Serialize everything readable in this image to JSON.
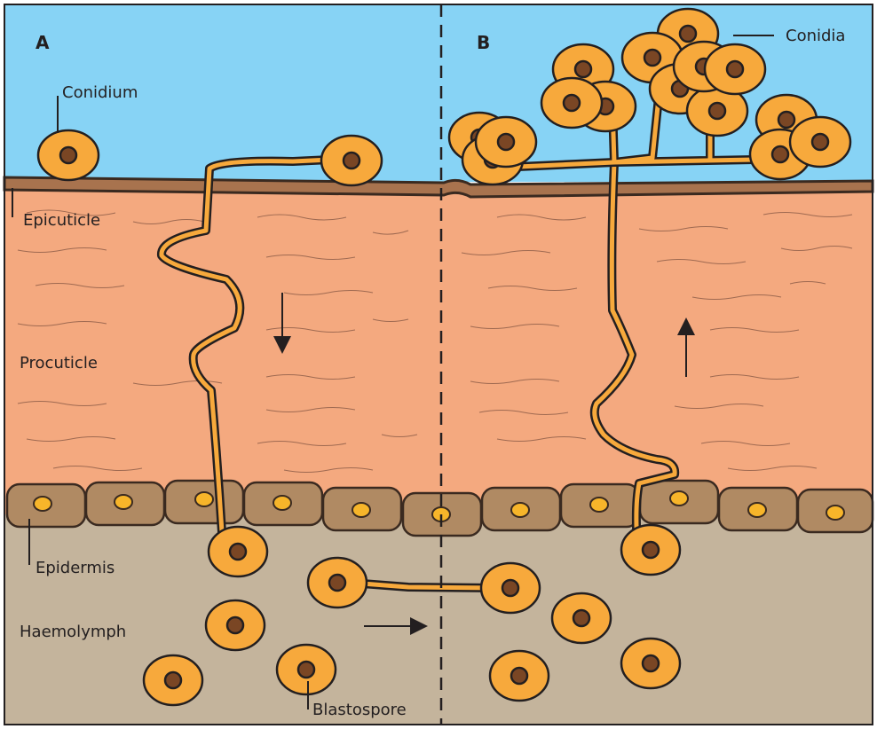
{
  "panels": {
    "a": "A",
    "b": "B"
  },
  "labels": {
    "conidium": "Conidium",
    "conidia": "Conidia",
    "epicuticle": "Epicuticle",
    "procuticle": "Procuticle",
    "epidermis": "Epidermis",
    "haemolymph": "Haemolymph",
    "blastospore": "Blastospore"
  },
  "colors": {
    "air": "#87d3f5",
    "epicuticle": "#a8734e",
    "procuticle": "#f4a97f",
    "epidermis_cell": "#b08a63",
    "haemolymph": "#c4b49c",
    "spore": "#f7a93c",
    "spore_nucleus": "#7a4624",
    "cell_nucleus": "#f7b52a"
  }
}
